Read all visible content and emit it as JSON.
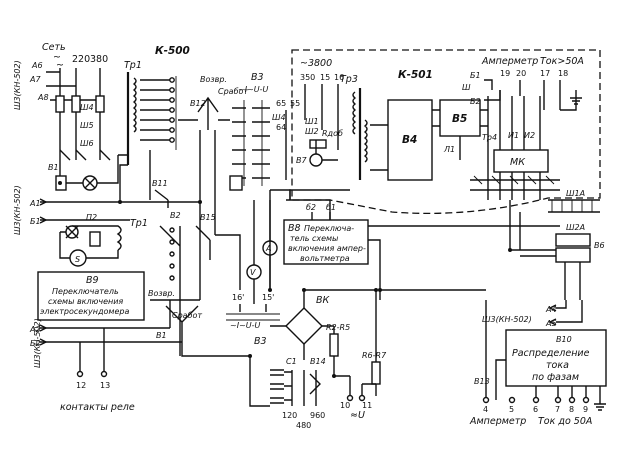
{
  "labels": {
    "k500": "К-500",
    "k501": "К-501",
    "set": "Сеть",
    "v220": "220",
    "v380": "380",
    "ac1": "~",
    "ac2": "~",
    "sh3_top": "Ш3(КН-502)",
    "sh3_mid": "Ш3(КН-502)",
    "sh3_bot": "Ш3(КН-502)",
    "sh3_right": "Ш3(КН-502)",
    "a6": "А6",
    "a7": "А7",
    "a8": "А8",
    "sh4_l": "Ш4",
    "sh5_l": "Ш5",
    "sh6_l": "Ш6",
    "b1_l": "В1",
    "a1": "А1",
    "b1_mid": "Б1",
    "tp1": "Тр1",
    "tp1b": "Тр1",
    "tp3": "Тр3",
    "tp4": "Тр4",
    "p2": "П2",
    "s": "S",
    "b9_title": "В9",
    "b9_text1": "Переключатель",
    "b9_text2": "схемы включения",
    "b9_text3": "электросекундомера",
    "a2": "А2",
    "b2": "Б2",
    "contacts": "контакты реле",
    "c12": "12",
    "c13": "13",
    "b11": "В11",
    "b2n": "В2",
    "b15": "В15",
    "b3": "В3",
    "b3b": "В3",
    "b12": "В12",
    "vozdr1": "Возвр.",
    "srabat1": "Сработ",
    "vozdr2": "Возвр.",
    "srabat2": "Сработ",
    "b1_sw": "В1",
    "mode1": "~I~U-U",
    "mode2": "~I~U-U",
    "n65": "65",
    "n55": "55",
    "n64": "64",
    "sh4_r": "Ш4",
    "n16": "16'",
    "n15": "15'",
    "v3800": "~3800",
    "n350": "350",
    "n15b": "15",
    "n16b": "16",
    "sh1": "Ш1",
    "sh2": "Ш2",
    "r_add": "Rдоб",
    "b7": "В7",
    "b4": "В4",
    "b5": "В5",
    "l1": "Л1",
    "i1": "И1",
    "i2": "И2",
    "mk": "МК",
    "ammeter_top": "Амперметр",
    "tok_top": "Ток>50А",
    "b1_top": "Б1",
    "sh_top": "Ш",
    "b2_top": "Б2",
    "n17": "17",
    "n18": "18",
    "n19": "19",
    "n20": "20",
    "sh1a": "Ш1А",
    "sh2a": "Ш2А",
    "b6": "В6",
    "b8_title": "В8",
    "b8_text1": "Переключа-",
    "b8_text2": "тель схемы",
    "b8_text3": "включения ампер-",
    "b8_text4": "вольтметра",
    "a_meter": "А",
    "v_meter": "V",
    "b62": "б2",
    "b61": "б1",
    "vk": "ВК",
    "r2r5": "R2-R5",
    "r6r7": "R6-R7",
    "c1": "С1",
    "b14": "В14",
    "v120": "120",
    "v960": "960",
    "v480": "480",
    "n10": "10",
    "n11": "11",
    "u_out": "≈U",
    "a4": "А4",
    "a5": "А5",
    "b10_title": "В10",
    "b10_text1": "Распределение",
    "b10_text2": "тока",
    "b10_text3": "по фазам",
    "b13": "В13",
    "ammeter_bot": "Амперметр",
    "tok_bot": "Ток до 50А",
    "t4": "4",
    "t5": "5",
    "t6": "6",
    "t7": "7",
    "t8": "8",
    "t9": "9"
  }
}
